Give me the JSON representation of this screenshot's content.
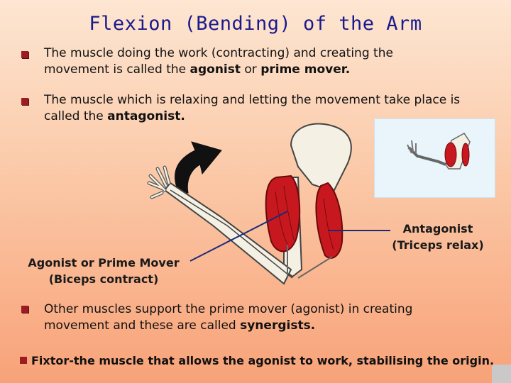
{
  "slide": {
    "title": "Flexion (Bending) of the Arm",
    "b1_part1": "The  muscle doing the work (contracting) and creating the movement is called the ",
    "b1_agonist": "agonist",
    "b1_or": " or ",
    "b1_prime": "prime mover.",
    "b2_part1": "The muscle which is relaxing and letting the movement take place is called the ",
    "b2_antagonist": "antagonist.",
    "label_agonist_line1": "Agonist or Prime Mover",
    "label_agonist_line2": "(Biceps contract)",
    "label_antagonist_line1": "Antagonist",
    "label_antagonist_line2": "(Triceps relax)",
    "b3_part1": "Other muscles support the prime mover (agonist) in creating movement and these are called ",
    "b3_synergists": "synergists.",
    "fixator_text": "Fixtor-the muscle that allows the agonist to work, stabilising the origin."
  },
  "colors": {
    "bullet": "#9b1c23",
    "title": "#1a1a8c",
    "muscle": "#c8181f",
    "arrow": "#111111",
    "pointer_line": "#1a2a7a"
  },
  "illustration": {
    "main_figure": "arm-flexion-diagram",
    "inset": "arm-thumbnail-image"
  }
}
